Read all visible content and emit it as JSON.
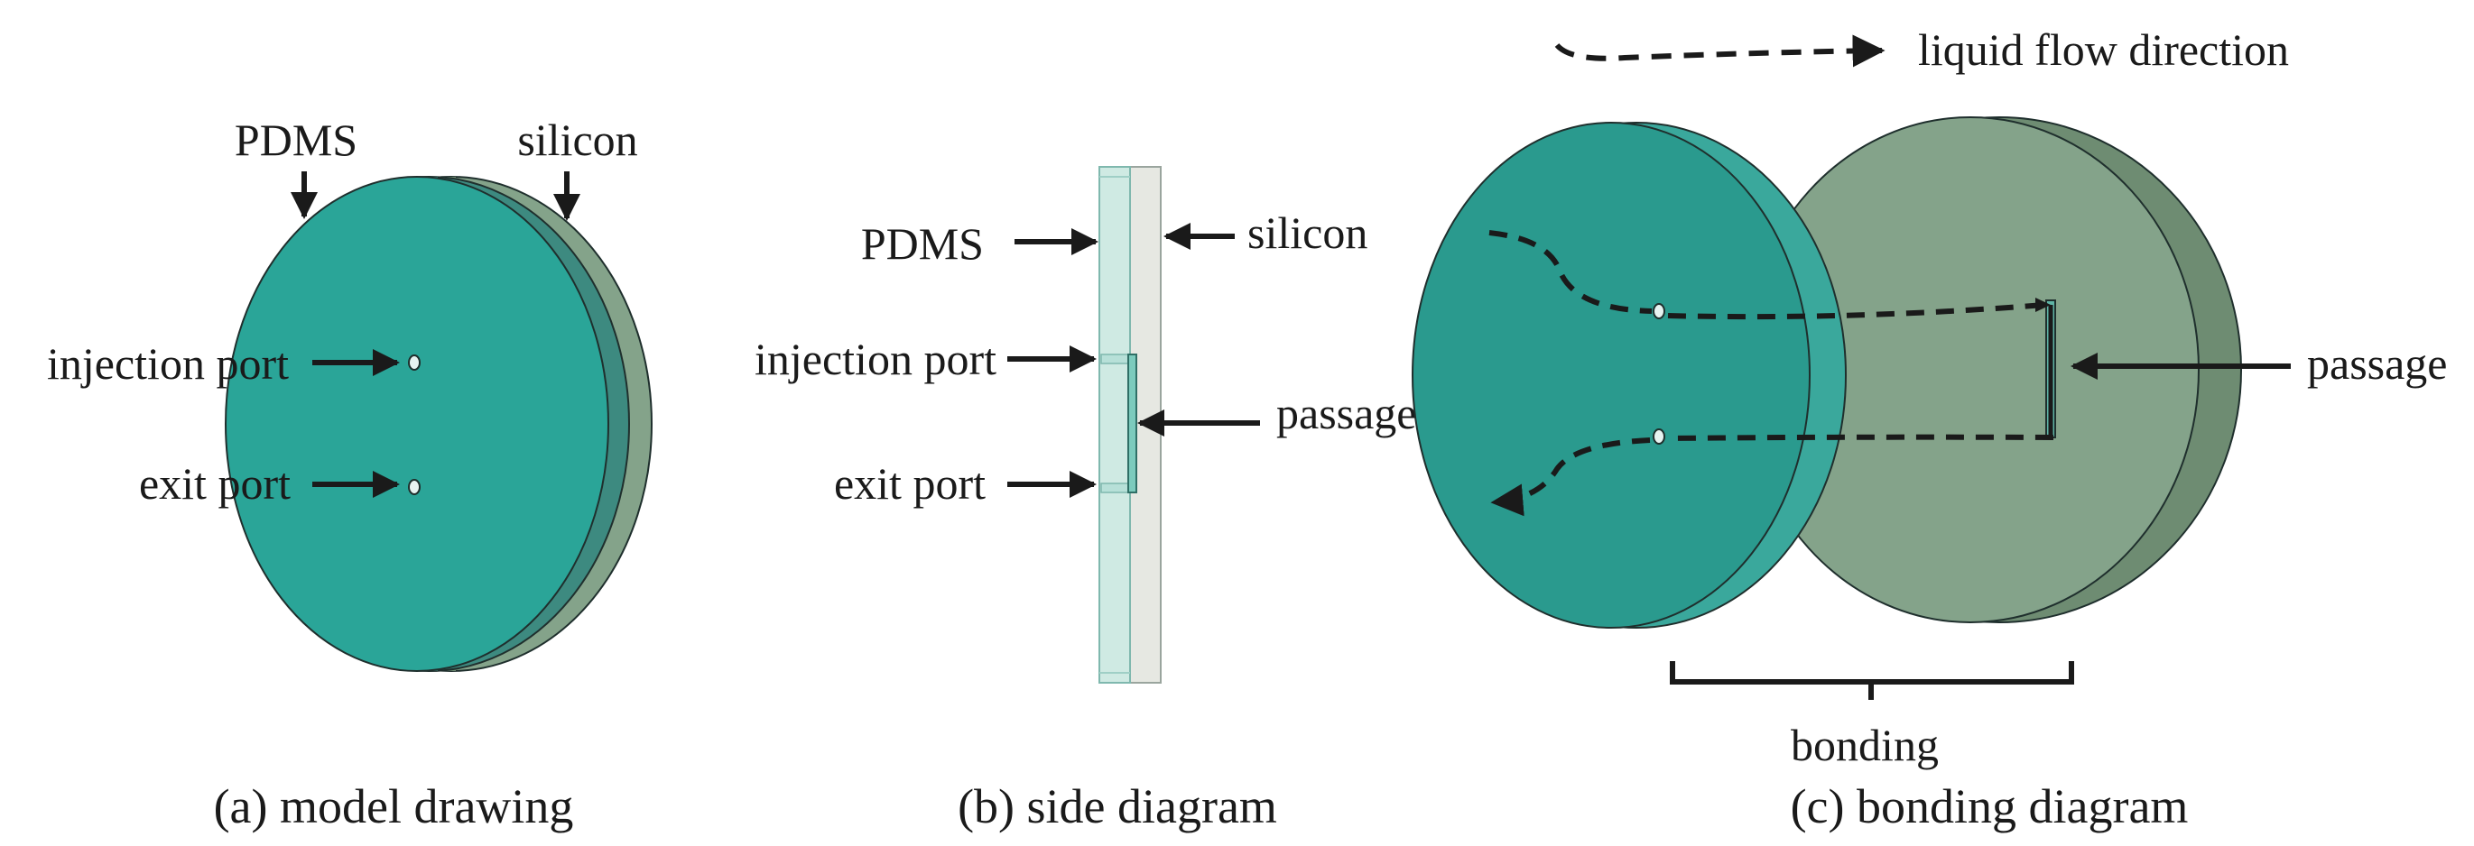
{
  "panel_a": {
    "caption": "(a) model drawing",
    "labels": {
      "pdms": "PDMS",
      "silicon": "silicon",
      "injection_port": "injection port",
      "exit_port": "exit port"
    }
  },
  "panel_b": {
    "caption": "(b) side diagram",
    "labels": {
      "pdms": "PDMS",
      "silicon": "silicon",
      "injection_port": "injection port",
      "exit_port": "exit port",
      "passage": "passage"
    }
  },
  "panel_c": {
    "caption": "(c) bonding diagram",
    "labels": {
      "legend": "liquid flow direction",
      "passage": "passage",
      "bonding": "bonding"
    }
  },
  "colors": {
    "pdms_teal": "#2aa598",
    "pdms_rim": "#3d8a80",
    "silicon_green": "#84a38a",
    "silicon_rim": "#6e8c72",
    "pdms_glass": "#cfeae3",
    "silicon_gray": "#e6e8e2",
    "outline": "#1f2f2d",
    "ink": "#1a1a1a"
  }
}
